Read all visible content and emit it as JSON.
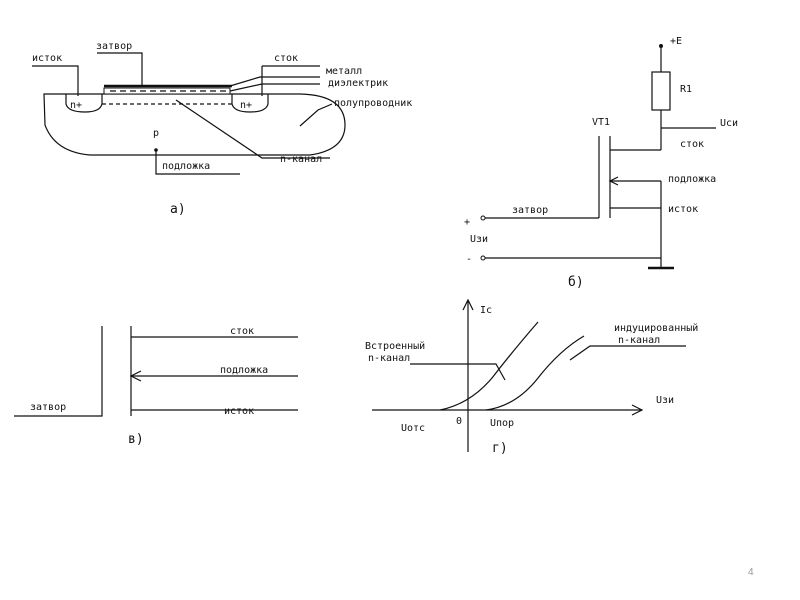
{
  "diagram_a": {
    "labels": {
      "source": "исток",
      "gate": "затвор",
      "drain": "сток",
      "metal": "металл",
      "dielectric": "диэлектрик",
      "semiconductor": "полупроводник",
      "n_plus_left": "n+",
      "n_plus_right": "n+",
      "p": "p",
      "substrate": "подложка",
      "n_channel": "n-канал"
    },
    "caption": "а)"
  },
  "diagram_b": {
    "labels": {
      "plus_e": "+E",
      "r1": "R1",
      "u_out": "Uси",
      "vt1": "VT1",
      "drain": "сток",
      "substrate": "подложка",
      "source": "исток",
      "gate": "затвор",
      "plus": "+",
      "u_gs": "Uзи",
      "minus": "-"
    },
    "caption": "б)"
  },
  "diagram_v": {
    "labels": {
      "drain": "сток",
      "substrate": "подложка",
      "gate": "затвор",
      "source": "исток"
    },
    "caption": "в)"
  },
  "diagram_g": {
    "labels": {
      "ic": "Ic",
      "built_in": "Встроенный",
      "built_in_channel": "n-канал",
      "induced": "индуцированный",
      "induced_channel": "n-канал",
      "u_gs": "Uзи",
      "u_cutoff": "Uотс",
      "zero": "0",
      "u_threshold": "Uпор"
    },
    "caption": "г)"
  },
  "page_number": "4"
}
